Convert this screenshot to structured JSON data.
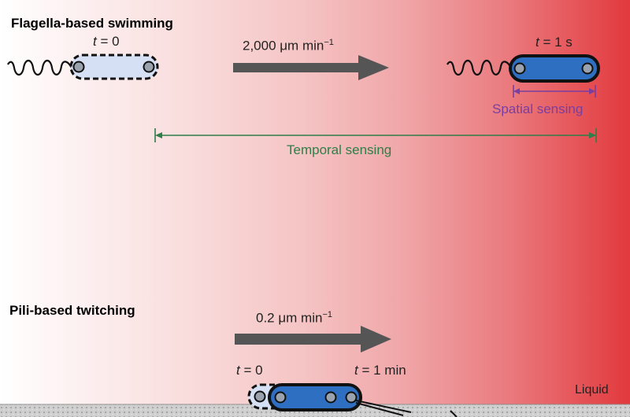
{
  "flagella": {
    "title": "Flagella-based swimming",
    "start_var": "t",
    "start_val": " = 0",
    "end_var": "t",
    "end_val": " = 1 s",
    "speed_num": "2,000 μm min",
    "speed_exp": "−1",
    "spatial_label": "Spatial sensing",
    "temporal_label": "Temporal sensing"
  },
  "pili": {
    "title": "Pili-based twitching",
    "speed_num": "0.2 μm min",
    "speed_exp": "−1",
    "start_var": "t",
    "start_val": " = 0",
    "end_var": "t",
    "end_val": " = 1 min",
    "medium_label": "Liquid"
  },
  "colors": {
    "cell_fill": "#2e6fc2",
    "ghost_fill": "#d6e0f4",
    "arrow": "#555555",
    "spatial": "#7a3ea0",
    "temporal": "#2f7d48",
    "gradient_end": "#e2393d"
  }
}
